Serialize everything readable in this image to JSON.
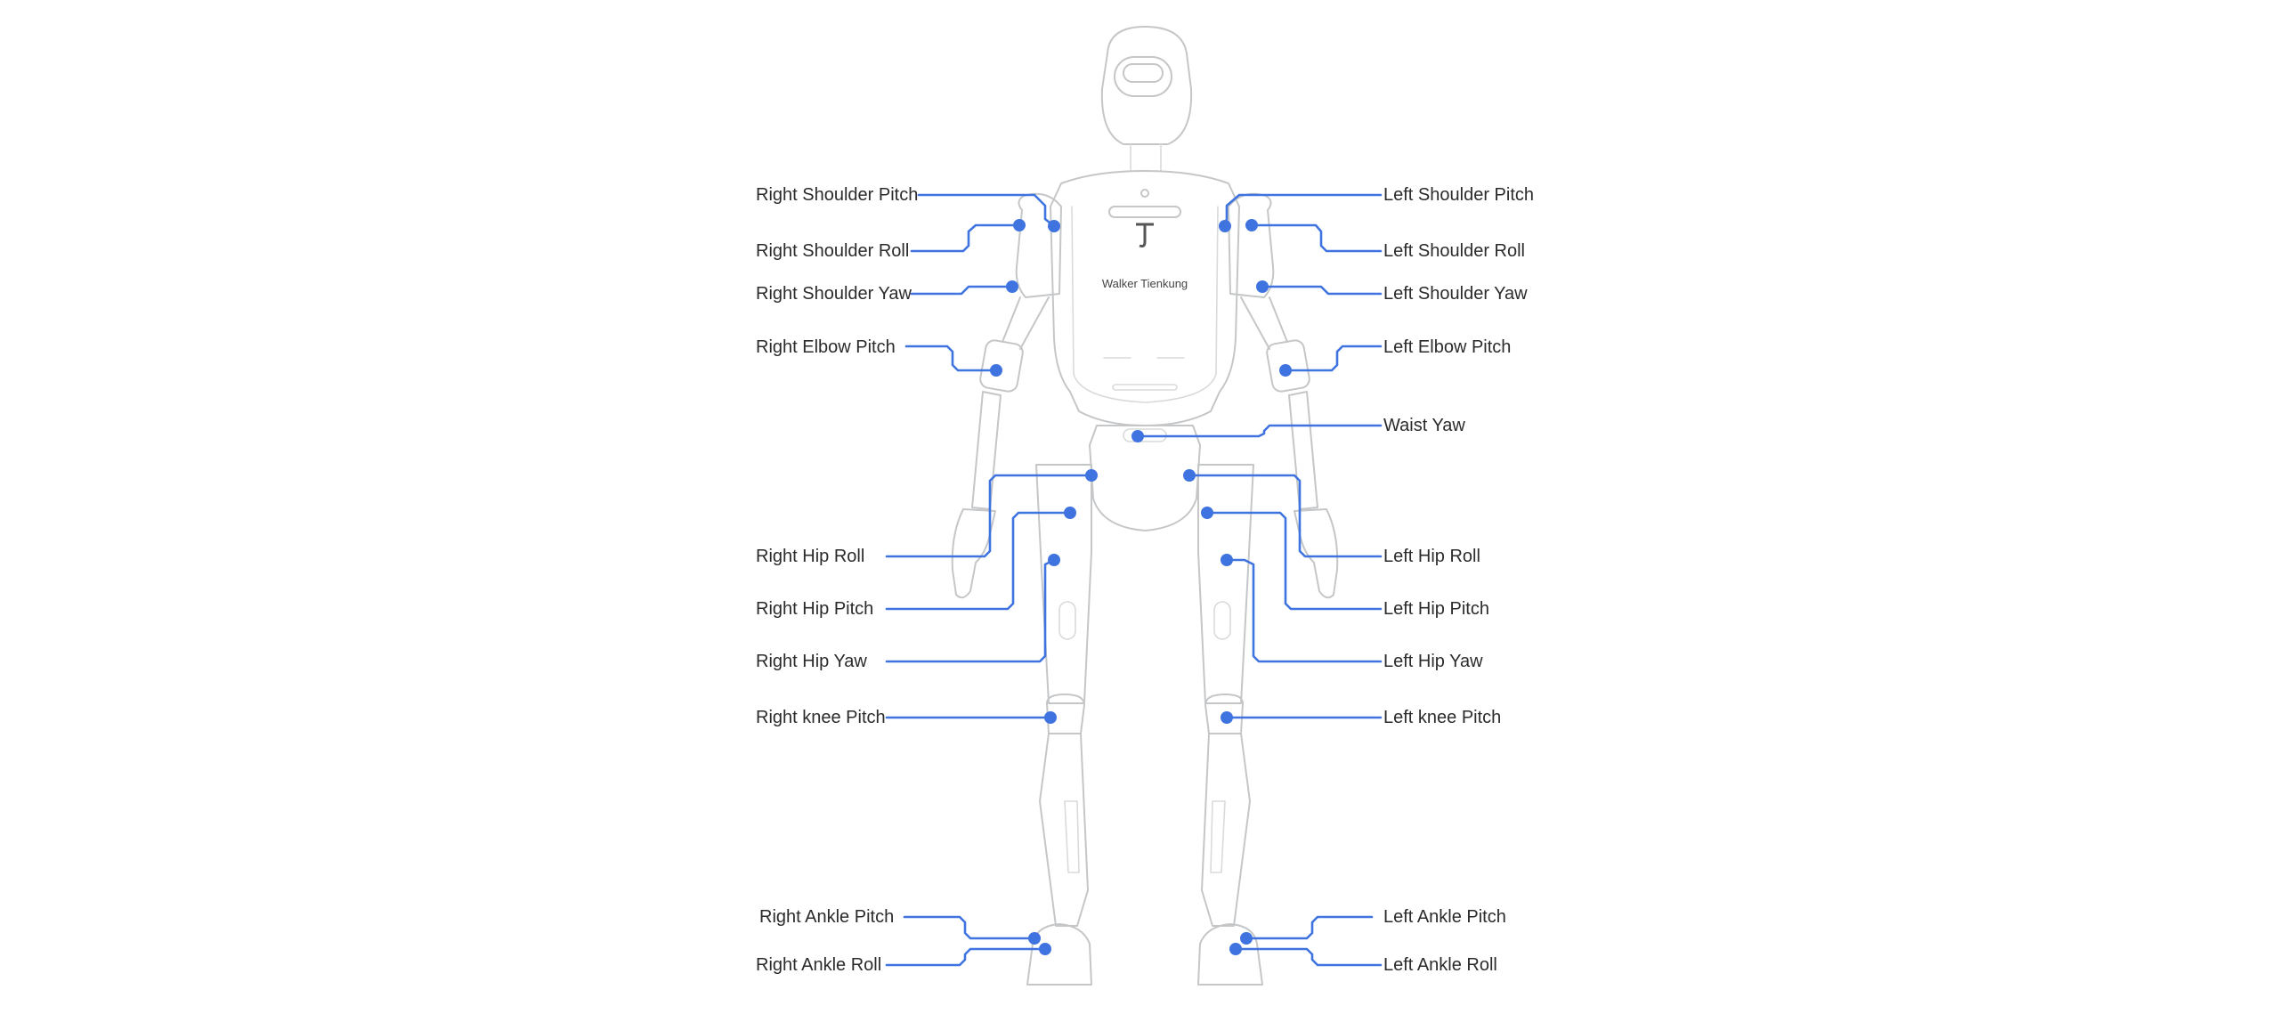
{
  "colors": {
    "accent": "#3f74e0",
    "outline": "#c4c6c8",
    "text": "#2b2b2b"
  },
  "robot": {
    "brand": "Walker Tienkung"
  },
  "joints": [
    {
      "id": "right-shoulder-pitch",
      "label": "Right Shoulder Pitch"
    },
    {
      "id": "right-shoulder-roll",
      "label": "Right Shoulder Roll"
    },
    {
      "id": "right-shoulder-yaw",
      "label": "Right Shoulder Yaw"
    },
    {
      "id": "right-elbow-pitch",
      "label": "Right Elbow Pitch"
    },
    {
      "id": "right-hip-roll",
      "label": "Right Hip Roll"
    },
    {
      "id": "right-hip-pitch",
      "label": "Right Hip Pitch"
    },
    {
      "id": "right-hip-yaw",
      "label": "Right Hip Yaw"
    },
    {
      "id": "right-knee-pitch",
      "label": "Right knee Pitch"
    },
    {
      "id": "right-ankle-pitch",
      "label": "Right Ankle Pitch"
    },
    {
      "id": "right-ankle-roll",
      "label": "Right Ankle Roll"
    },
    {
      "id": "left-shoulder-pitch",
      "label": "Left Shoulder Pitch"
    },
    {
      "id": "left-shoulder-roll",
      "label": "Left Shoulder Roll"
    },
    {
      "id": "left-shoulder-yaw",
      "label": "Left Shoulder Yaw"
    },
    {
      "id": "left-elbow-pitch",
      "label": "Left Elbow Pitch"
    },
    {
      "id": "waist-yaw",
      "label": "Waist Yaw"
    },
    {
      "id": "left-hip-roll",
      "label": "Left Hip Roll"
    },
    {
      "id": "left-hip-pitch",
      "label": "Left Hip Pitch"
    },
    {
      "id": "left-hip-yaw",
      "label": "Left Hip Yaw"
    },
    {
      "id": "left-knee-pitch",
      "label": "Left knee Pitch"
    },
    {
      "id": "left-ankle-pitch",
      "label": "Left Ankle Pitch"
    },
    {
      "id": "left-ankle-roll",
      "label": "Left Ankle Roll"
    }
  ]
}
